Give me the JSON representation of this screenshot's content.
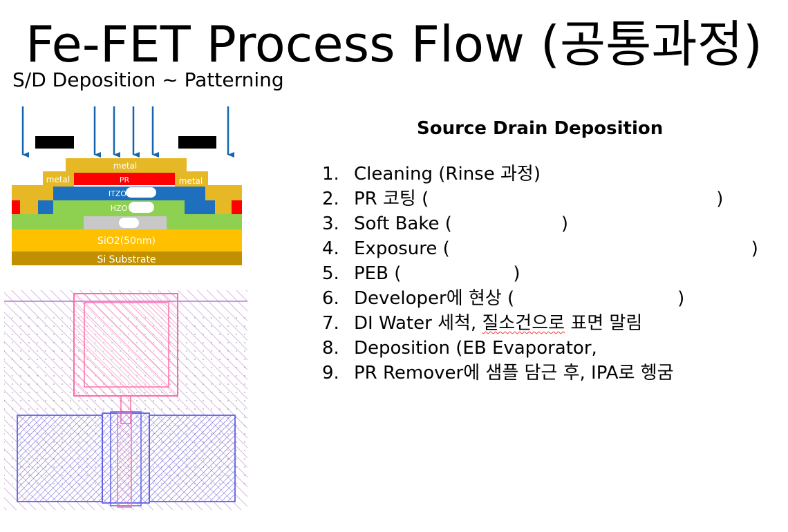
{
  "slide": {
    "title": "Fe-FET Process Flow (공통과정)",
    "subtitle": "S/D Deposition ~ Patterning"
  },
  "cross_section": {
    "labels": {
      "metal_top": "metal",
      "metal_left": "metal",
      "metal_right": "metal",
      "pr": "PR",
      "itzo": "ITZO",
      "hzo": "HZO",
      "sio2": "SiO2(50nm)",
      "substrate": "Si Substrate"
    },
    "colors": {
      "arrow": "#1565b0",
      "mask": "#000000",
      "metal": "#e6b825",
      "pr": "#ff0000",
      "itzo": "#1f6fbf",
      "hzo": "#8ed150",
      "gate": "#c8c8c8",
      "sio2": "#ffc000",
      "substrate": "#c09000"
    }
  },
  "process": {
    "heading": "Source Drain Deposition",
    "steps": [
      {
        "num": "1.",
        "text": "Cleaning (Rinse 과정)"
      },
      {
        "num": "2.",
        "text": "PR 코팅 (",
        "close": ")"
      },
      {
        "num": "3.",
        "text": "Soft Bake (",
        "close": ")"
      },
      {
        "num": "4.",
        "text": "Exposure (",
        "close": ")"
      },
      {
        "num": "5.",
        "text": "PEB (",
        "close": ")"
      },
      {
        "num": "6.",
        "text": "Developer에 현상 (",
        "close": ")"
      },
      {
        "num": "7.",
        "text_pre": "DI Water 세척, ",
        "text_wavy": "질소건으로",
        "text_post": " 표면 말림"
      },
      {
        "num": "8.",
        "text": "Deposition (EB Evaporator,"
      },
      {
        "num": "9.",
        "text": "PR Remover에 샘플 담근 후, IPA로 헹굼"
      }
    ]
  }
}
